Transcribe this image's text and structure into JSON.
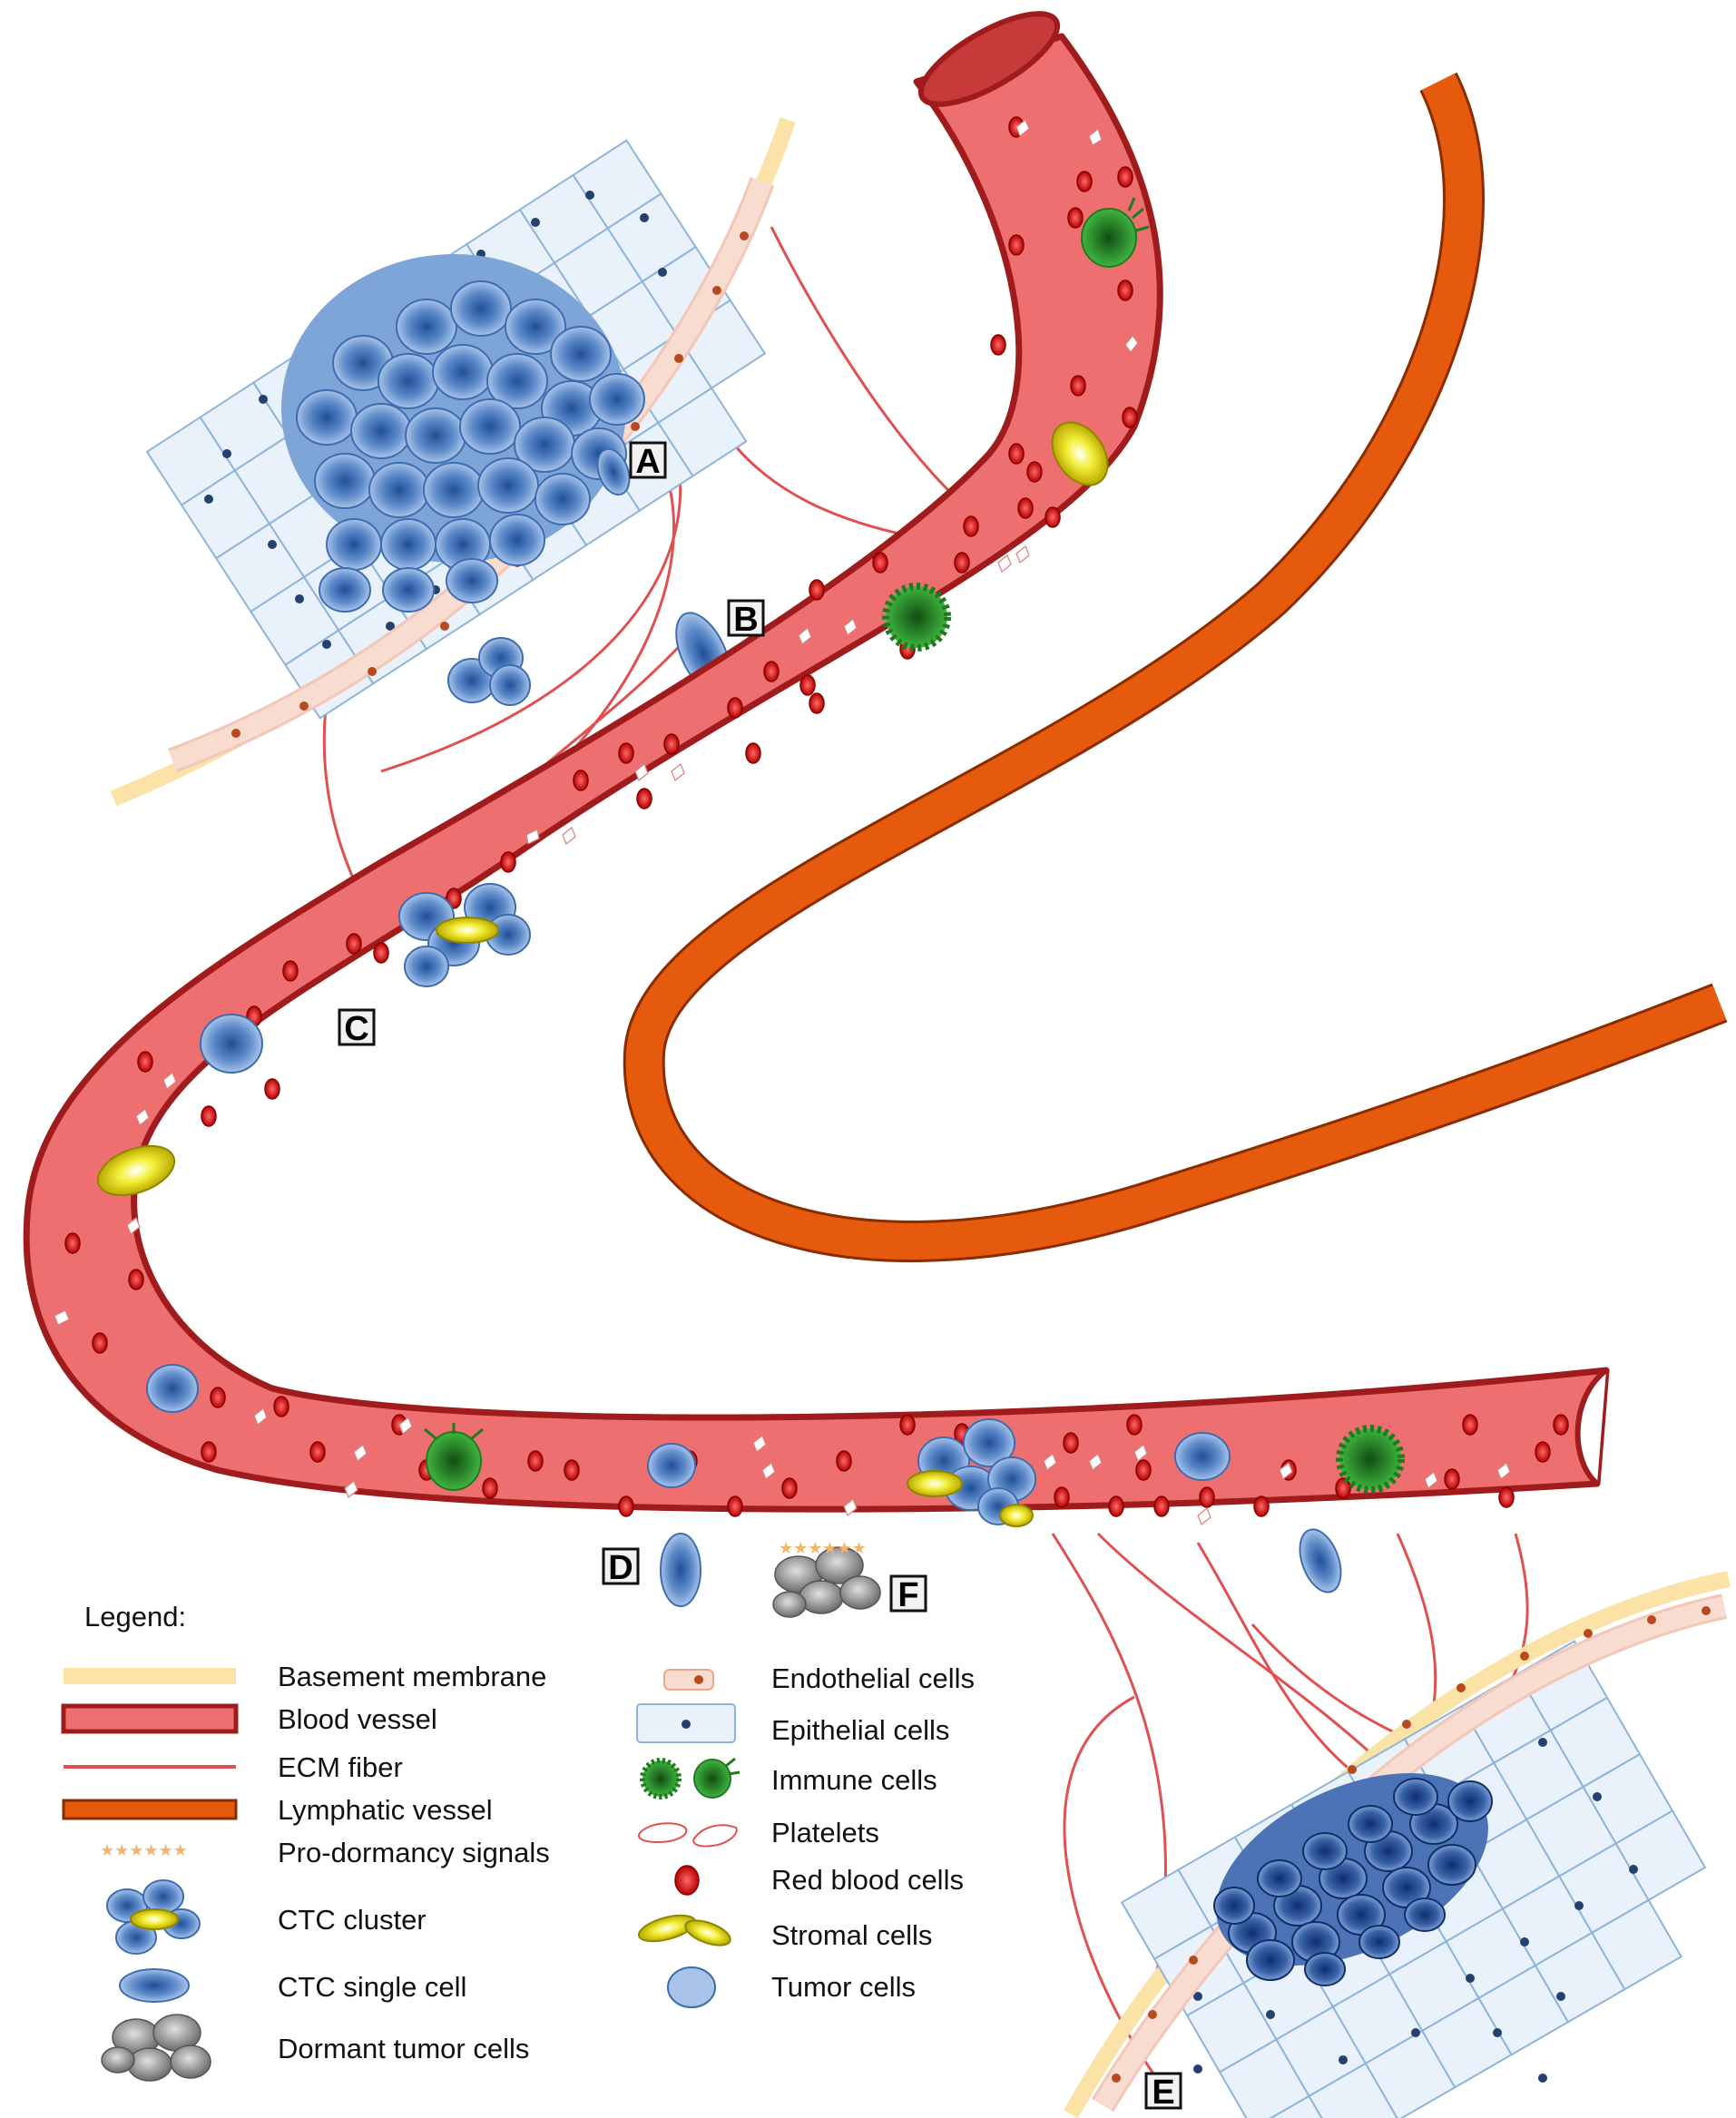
{
  "labels": {
    "A": "A",
    "B": "B",
    "C": "C",
    "D": "D",
    "E": "E",
    "F": "F"
  },
  "legend": {
    "title": "Legend:",
    "left": [
      {
        "key": "basement",
        "text": "Basement membrane"
      },
      {
        "key": "blood",
        "text": "Blood vessel"
      },
      {
        "key": "ecm",
        "text": "ECM fiber"
      },
      {
        "key": "lymph",
        "text": "Lymphatic vessel"
      },
      {
        "key": "signals",
        "text": "Pro-dormancy signals"
      },
      {
        "key": "cluster",
        "text": "CTC cluster"
      },
      {
        "key": "single",
        "text": "CTC single cell"
      },
      {
        "key": "dormant",
        "text": "Dormant tumor cells"
      }
    ],
    "right": [
      {
        "key": "endothelial",
        "text": "Endothelial cells"
      },
      {
        "key": "epithelial",
        "text": "Epithelial cells"
      },
      {
        "key": "immune",
        "text": "Immune cells"
      },
      {
        "key": "platelets",
        "text": "Platelets"
      },
      {
        "key": "rbc",
        "text": "Red blood cells"
      },
      {
        "key": "stromal",
        "text": "Stromal cells"
      },
      {
        "key": "tumor",
        "text": "Tumor cells"
      }
    ]
  },
  "colors": {
    "vessel_fill": "#ee6f6f",
    "vessel_edge": "#a01c1c",
    "lymph": "#e65a0e",
    "basement": "#fbe3a8",
    "ecm": "#e05050",
    "tumor": "#6e9ad0",
    "rbc": "#c40d0d",
    "immune": "#2e9a2e",
    "stromal": "#e8e21a",
    "dormant": "#8a8a8a"
  }
}
